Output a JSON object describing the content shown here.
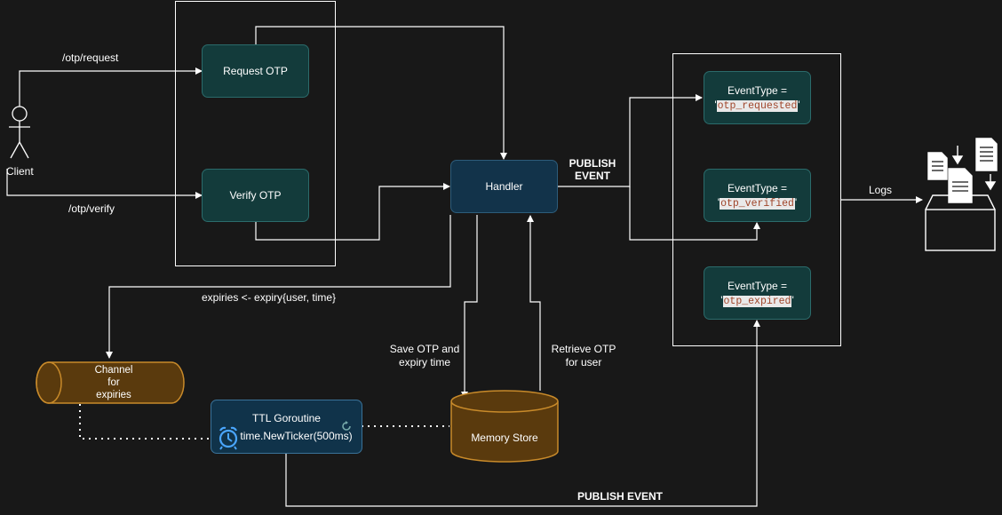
{
  "client": {
    "label": "Client"
  },
  "routes": {
    "request": "/otp/request",
    "verify": "/otp/verify"
  },
  "nodes": {
    "request_otp": "Request OTP",
    "verify_otp": "Verify OTP",
    "handler": "Handler",
    "ttl_title": "TTL Goroutine",
    "ttl_ticker": "time.NewTicker(500ms)",
    "memory_store": "Memory Store",
    "channel": [
      "Channel",
      "for",
      "expiries"
    ]
  },
  "publish_event_top": [
    "PUBLISH",
    "EVENT"
  ],
  "publish_event_bottom": "PUBLISH EVENT",
  "expiry_label": "expiries <- expiry{user, time}",
  "save_label": [
    "Save OTP and",
    "expiry time"
  ],
  "retrieve_label": [
    "Retrieve OTP",
    "for user"
  ],
  "logs_label": "Logs",
  "events": [
    {
      "prefix": "EventType =",
      "quote_open": "'",
      "code": "otp_requested",
      "quote_close": "'"
    },
    {
      "prefix": "EventType =",
      "quote_open": "'",
      "code": "otp_verified",
      "quote_close": "'"
    },
    {
      "prefix": "EventType =",
      "quote_open": "'",
      "code": "otp_expired",
      "quote_close": "'"
    }
  ],
  "colors": {
    "background": "#181818",
    "node_fill": "#133b3b",
    "handler_fill": "#12334a",
    "cylinder_fill": "#5a3a0d",
    "cylinder_stroke": "#c88a2a"
  },
  "icons": [
    "stick-figure-icon",
    "alarm-clock-icon",
    "refresh-icon",
    "log-archive-icon"
  ]
}
